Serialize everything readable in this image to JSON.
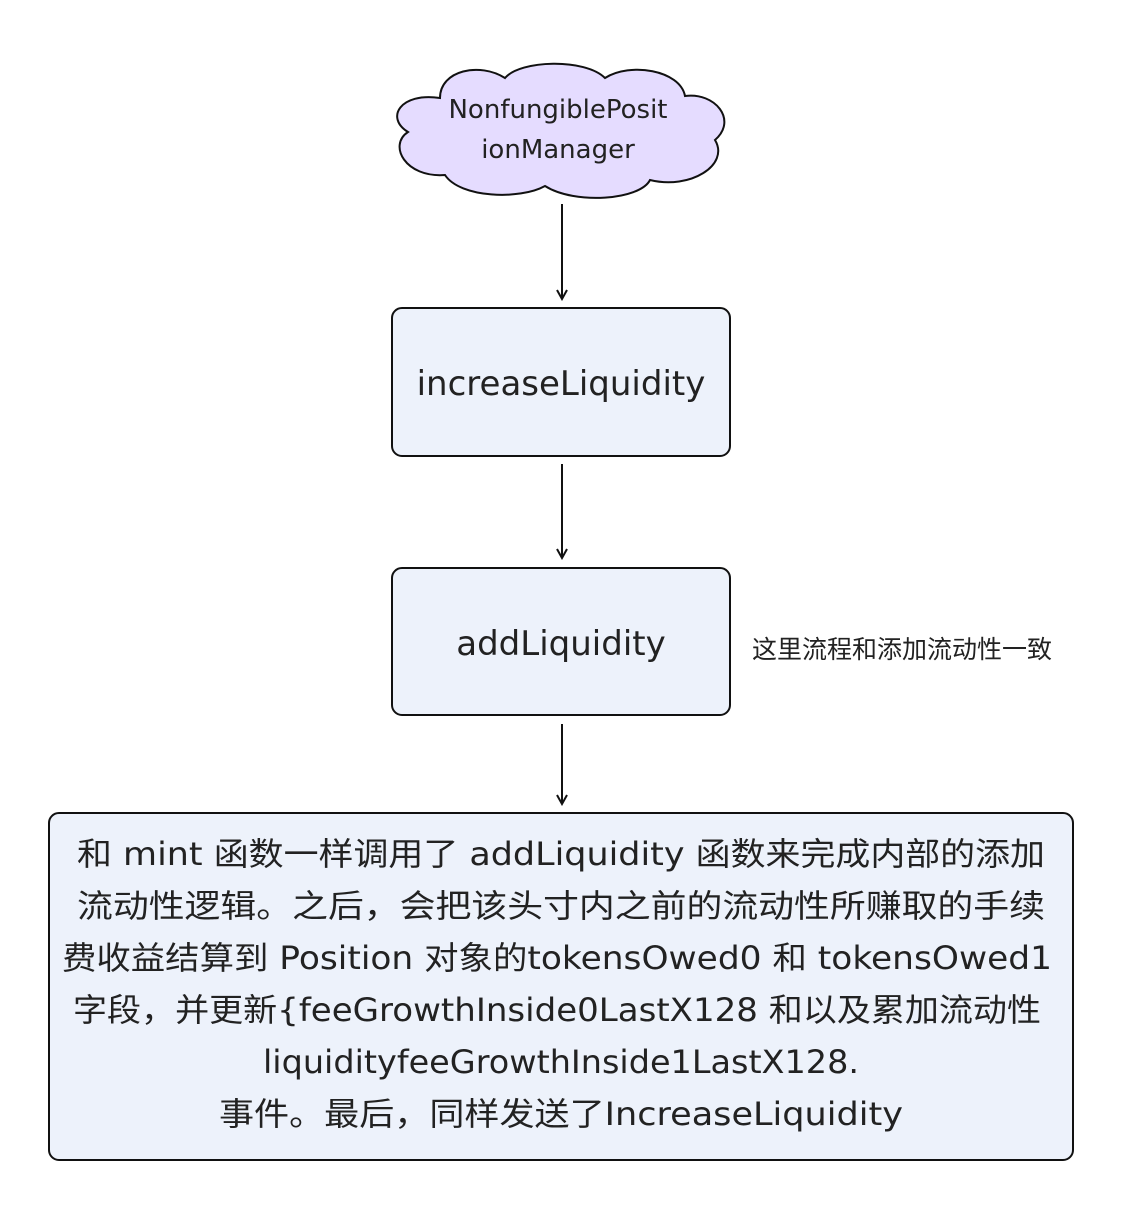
{
  "colors": {
    "cloud_fill": "#e5dcff",
    "box_fill": "#edf2fb",
    "stroke": "#111111",
    "text": "#222222"
  },
  "nodes": {
    "cloud": {
      "shape": "cloud",
      "lines": [
        "NonfungiblePosit",
        "ionManager"
      ]
    },
    "increase": {
      "shape": "rounded-rect",
      "label": "increaseLiquidity"
    },
    "add": {
      "shape": "rounded-rect",
      "label": "addLiquidity",
      "note": "这里流程和添加流动性一致"
    },
    "description": {
      "shape": "rounded-rect",
      "lines": [
        "和 mint 函数一样调用了 addLiquidity 函数来完成内部的添加",
        "流动性逻辑。之后，会把该头寸内之前的流动性所赚取的手续",
        "费收益结算到 Position 对象的tokensOwed0 和 tokensOwed1",
        "字段，并更新{feeGrowthInside0LastX128 和以及累加流动性",
        "liquidityfeeGrowthInside1LastX128.",
        "事件。最后，同样发送了IncreaseLiquidity"
      ]
    }
  },
  "edges": [
    {
      "from": "cloud",
      "to": "increase"
    },
    {
      "from": "increase",
      "to": "add"
    },
    {
      "from": "add",
      "to": "description"
    }
  ]
}
